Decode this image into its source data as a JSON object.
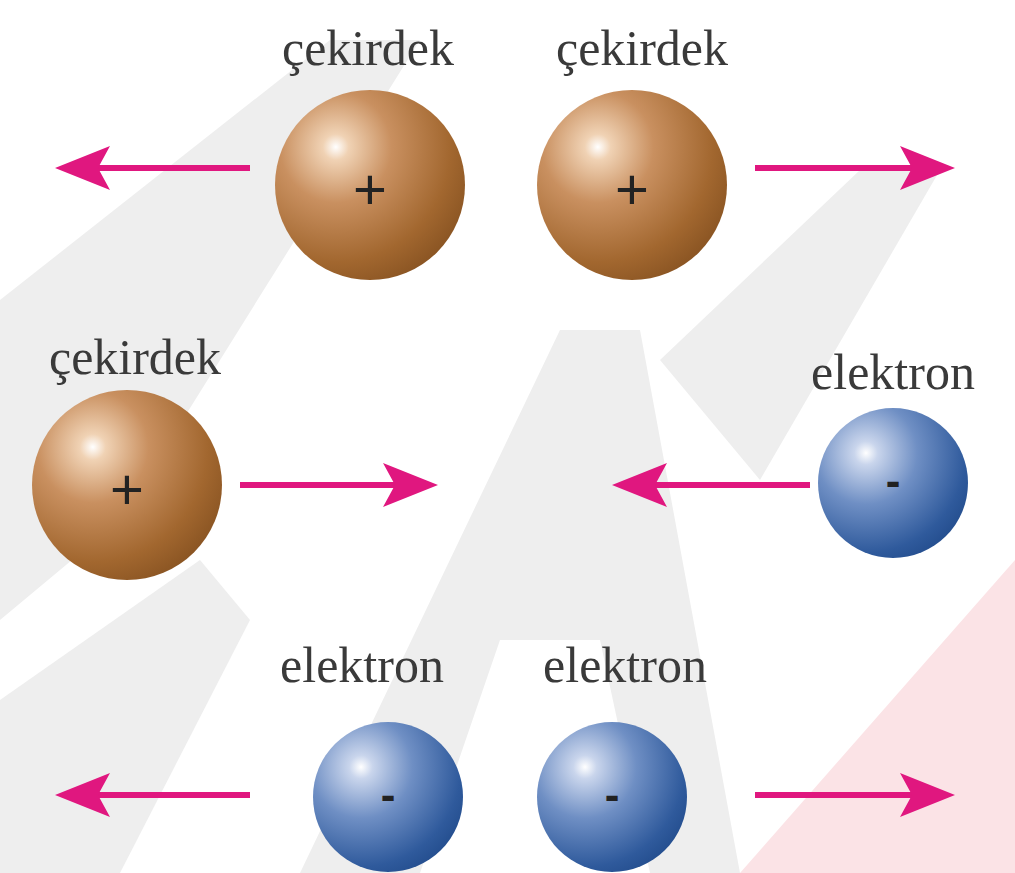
{
  "diagram": {
    "nodes": [
      {
        "text": [
          "çekirdek",
          "+"
        ]
      },
      {
        "text": [
          "çekirdek",
          "+"
        ]
      },
      {
        "text": [
          "çekirdek",
          "+"
        ]
      },
      {
        "text": [
          "elektron",
          "-"
        ]
      },
      {
        "text": [
          "elektron",
          "-"
        ]
      },
      {
        "text": [
          "elektron",
          "-"
        ]
      }
    ]
  }
}
